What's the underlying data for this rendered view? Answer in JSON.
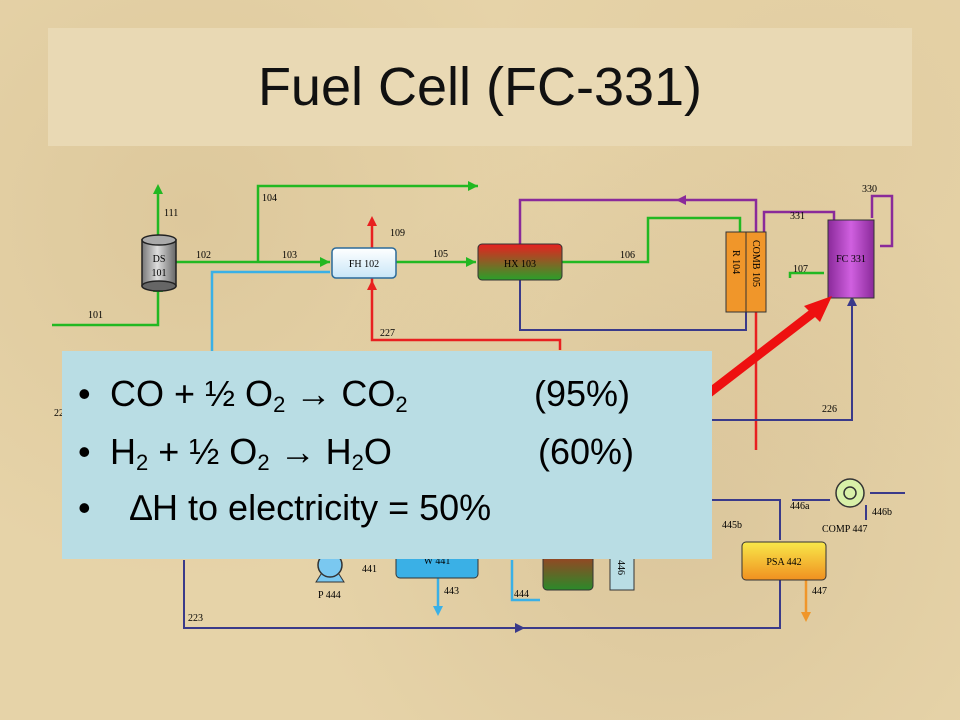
{
  "title": "Fuel Cell (FC-331)",
  "units": {
    "ds101": [
      "DS",
      "101"
    ],
    "fh102": "FH 102",
    "hx103": "HX 103",
    "r104": "R 104",
    "comb105": "COMB 105",
    "fc331": "FC 331",
    "psa442": "PSA 442",
    "comp447": "COMP 447",
    "p444": "P 444",
    "w441": "W 441",
    "v446": "446"
  },
  "streams": [
    "111",
    "101",
    "102",
    "103",
    "104",
    "109",
    "105",
    "106",
    "107",
    "331",
    "330",
    "227",
    "226",
    "445b",
    "446a",
    "446b",
    "441",
    "443",
    "444",
    "447",
    "223",
    "22"
  ],
  "callout": {
    "line1": {
      "text": "CO + ½ O",
      "sub1": "2",
      "mid": " → CO",
      "sub2": "2",
      "pct": "(95%)"
    },
    "line2": {
      "pre": "H",
      "sub0": "2",
      "text": " + ½ O",
      "sub1": "2",
      "mid": " → H",
      "sub2": "2",
      "post": "O",
      "pct": "(60%)"
    },
    "line3": {
      "delta": "∆",
      "text": "H to electricity = 50%"
    }
  },
  "colors": {
    "green": "#22b822",
    "purple": "#8a2a9a",
    "red": "#e82020",
    "blue": "#3ab0e6",
    "navy": "#3a3a8a",
    "orange": "#f0962a"
  }
}
